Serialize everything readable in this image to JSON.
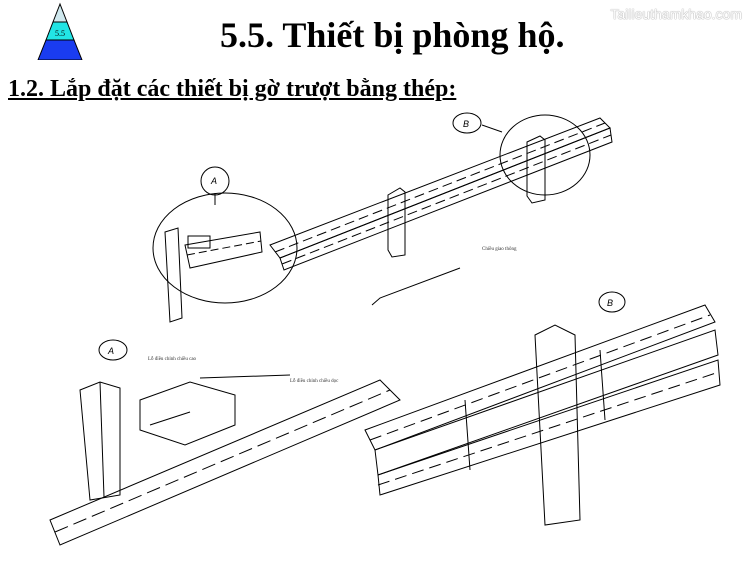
{
  "logo": {
    "label": "5.5",
    "colors": [
      "#cfe8ee",
      "#22e5e5",
      "#1a3cf0"
    ]
  },
  "title": "5.5. Thiết bị phòng hộ.",
  "watermark": "Tailieuthamkhao.com",
  "subtitle": "1.2. Lắp đặt các thiết bị gờ trượt bằng thép:",
  "drawing": {
    "callout_a_top": "A",
    "callout_b_top": "B",
    "callout_a_bottom": "A",
    "callout_b_bottom": "B",
    "traffic_direction": "Chiều giao thông",
    "height_adjust": "Lỗ điều chỉnh chiều cao",
    "length_adjust": "Lỗ điều chỉnh chiều dọc"
  }
}
